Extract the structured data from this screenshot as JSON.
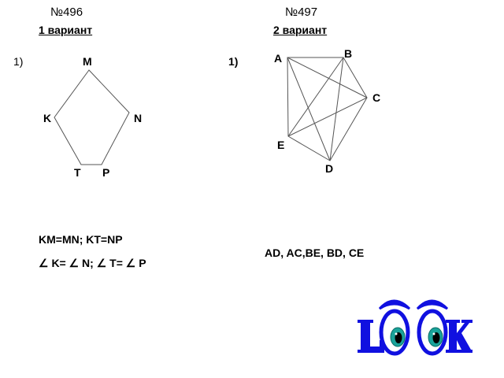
{
  "task_496": {
    "number": "№496",
    "variant": "1 вариант",
    "item": "1)",
    "vertices": {
      "M": "M",
      "K": "K",
      "N": "N",
      "T": "T",
      "P": "P"
    },
    "condition_line1": "KM=MN;  KT=NP",
    "condition_line2": "∠ K= ∠ N; ∠ T= ∠ P"
  },
  "task_497": {
    "number": "№497",
    "variant": "2 вариант",
    "item": "1)",
    "vertices": {
      "A": "A",
      "B": "B",
      "C": "C",
      "D": "D",
      "E": "E"
    },
    "answer": "AD, AC,BE, BD, CE"
  },
  "look_image": {
    "text": "LOOK",
    "colors": {
      "letters": "#1010e0",
      "iris": "#1aa39a",
      "pupil": "#000000"
    }
  }
}
